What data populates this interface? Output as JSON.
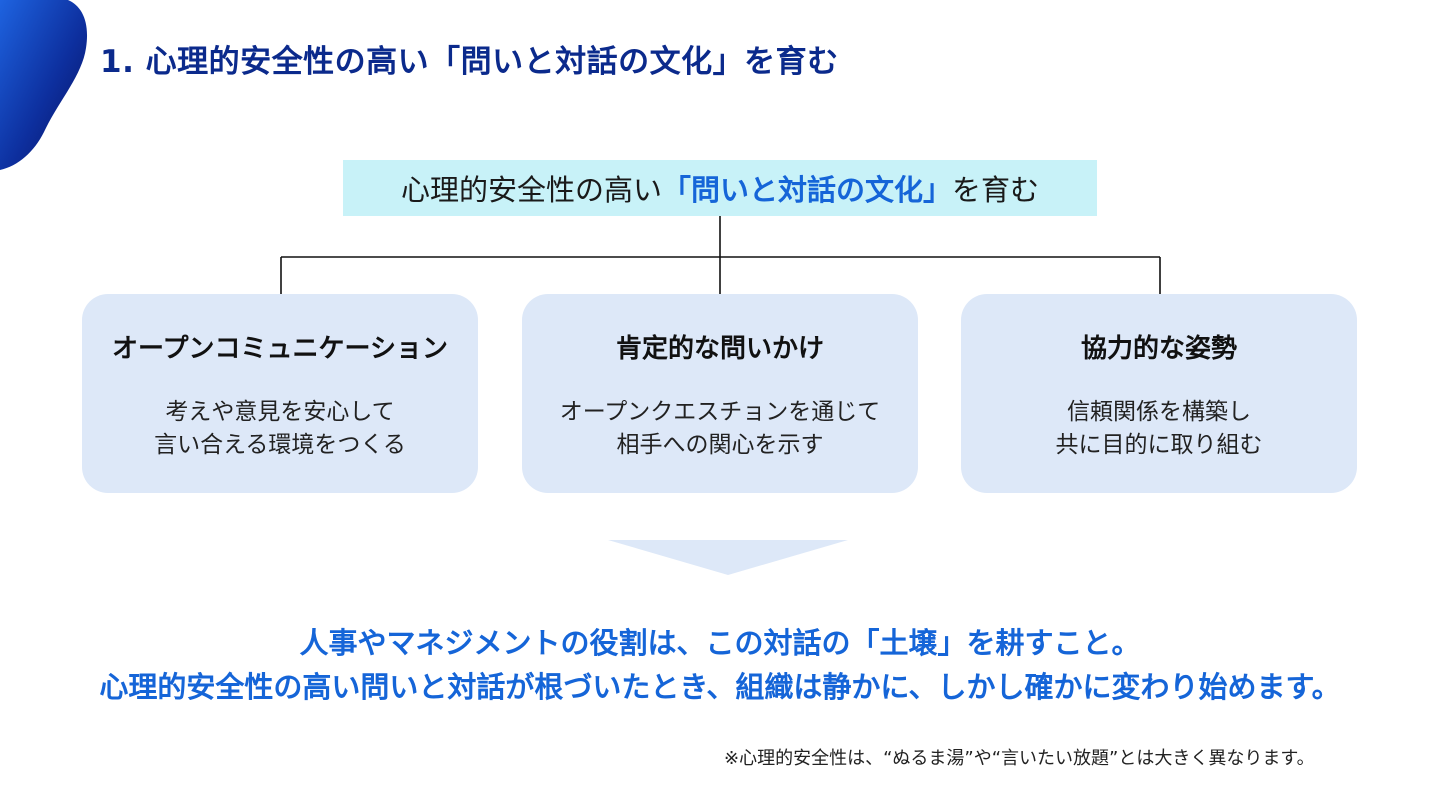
{
  "colors": {
    "title": "#0b2a8c",
    "accent": "#1565d8",
    "root_box_bg": "#c8f2f8",
    "card_bg": "#dde8f8",
    "arrow": "#dde8f8"
  },
  "title": "1. 心理的安全性の高い「問いと対話の文化」を育む",
  "root": {
    "prefix": "心理的安全性の高い",
    "highlight": "「問いと対話の文化」",
    "suffix": "を育む"
  },
  "cards": [
    {
      "title": "オープンコミュニケーション",
      "desc_lines": [
        "考えや意見を安心して",
        "言い合える環境をつくる"
      ]
    },
    {
      "title": "肯定的な問いかけ",
      "desc_lines": [
        "オープンクエスチョンを通じて",
        "相手への関心を示す"
      ]
    },
    {
      "title": "協力的な姿勢",
      "desc_lines": [
        "信頼関係を構築し",
        "共に目的に取り組む"
      ]
    }
  ],
  "conclusion": {
    "line1": "人事やマネジメントの役割は、この対話の「土壌」を耕すこと。",
    "line2": "心理的安全性の高い問いと対話が根づいたとき、組織は静かに、しかし確かに変わり始めます。"
  },
  "footnote": "※心理的安全性は、“ぬるま湯”や“言いたい放題”とは大きく異なります。"
}
